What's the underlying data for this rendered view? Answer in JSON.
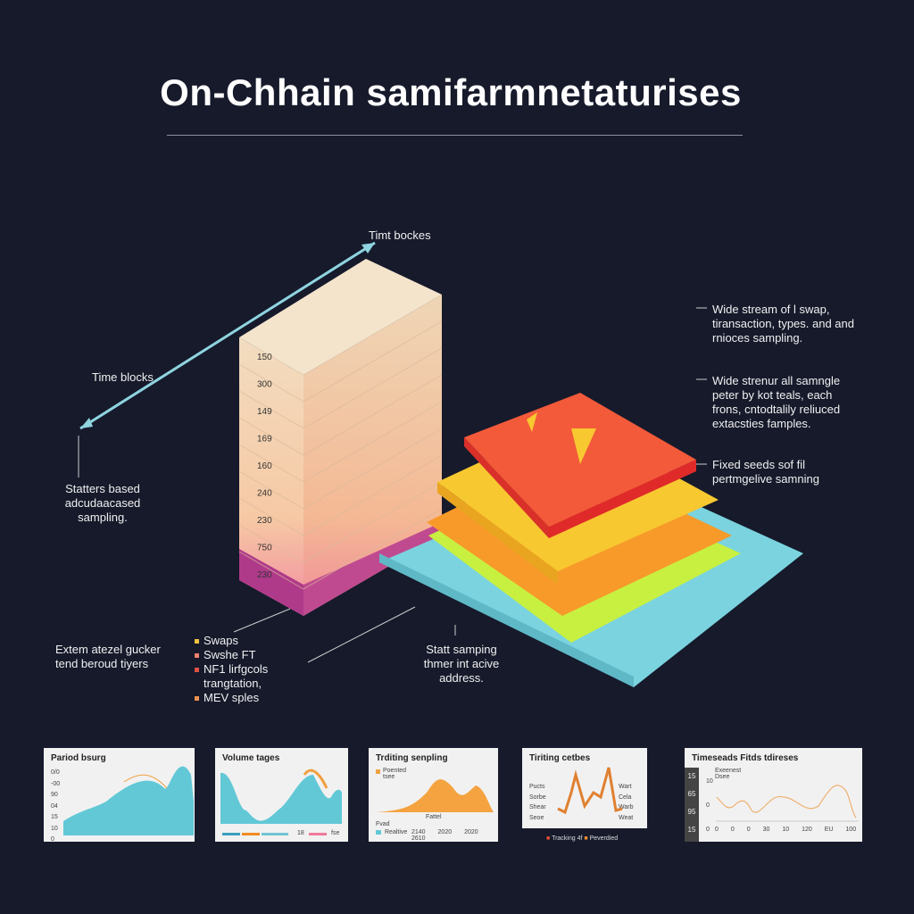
{
  "title": "On-Chhain samifarmnetaturises",
  "labels": {
    "time_blocks_top": "Timt bockes",
    "time_blocks_left": "Time blocks",
    "stratified": "Statters based adcudaacased sampling.",
    "external": "Extem atezel gucker tend beroud tiyers",
    "start_sampling": "Statt samping thmer int acive address.",
    "right1": "Wide stream of l swap, tiransaction, types. and and rnioces sampling.",
    "right2": "Wide strenur all samngle peter by kot teals, each frons, cntodtalily reliuced extacsties famples.",
    "right3": "Fixed seeds sof fil pertmgelive samning"
  },
  "bullets": [
    {
      "text": "Swaps",
      "color": "#f0c040"
    },
    {
      "text": "Swshe FT",
      "color": "#f08070"
    },
    {
      "text": "NF1 lirfgcols trangtation,",
      "color": "#e05040"
    },
    {
      "text": "MEV sples",
      "color": "#f09050"
    }
  ],
  "block_labels": [
    "150",
    "300",
    "149",
    "169",
    "160",
    "240",
    "230",
    "750",
    "230"
  ],
  "colors": {
    "teal": "#7ad3df",
    "red": "#f25a3a",
    "yellow": "#f8c830",
    "orange": "#f79a2a",
    "magenta": "#b03a8a"
  },
  "cards": [
    {
      "title": "Pariod bsurg",
      "yticks": [
        "0/0",
        "-00",
        "90",
        "04",
        "15",
        "10",
        "0"
      ]
    },
    {
      "title": "Volume tages",
      "legend": [
        "18",
        "fse"
      ]
    },
    {
      "title": "Trditing senpling",
      "legend_top": "Poented tsee",
      "xlabel": "Fattel",
      "legend_bottom": "Fvad",
      "legend_item": "Realtive",
      "xticks": [
        "2140",
        "2020",
        "2020",
        "2610"
      ]
    },
    {
      "title": "Tiriting cetbes",
      "left_legend": [
        "Pucts",
        "Sorbe",
        "Shear",
        "Seoe"
      ],
      "right_legend": [
        "Wart",
        "Cela",
        "Warb",
        "Weat"
      ],
      "footer": [
        "Tracking 4f",
        "Peverdied"
      ]
    },
    {
      "title": "Timeseads Fitds tdireses",
      "side_ticks": [
        "15",
        "65",
        "95",
        "15"
      ],
      "yticks": [
        "10",
        "0",
        "0"
      ],
      "legend": "Exeenest Dsee",
      "xticks": [
        "0",
        "0",
        "0",
        "30",
        "10",
        "120",
        "EU",
        "100"
      ]
    }
  ]
}
